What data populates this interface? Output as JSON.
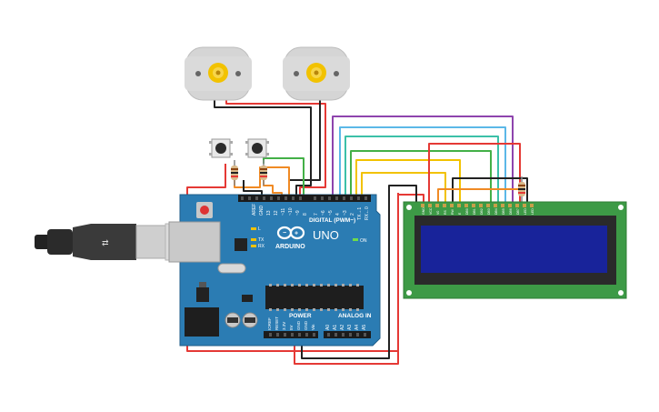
{
  "arduino": {
    "brand": "ARDUINO",
    "model": "UNO",
    "digital_label": "DIGITAL (PWM~)",
    "power_label": "POWER",
    "analog_label": "ANALOG IN",
    "aref": "AREF",
    "gnd": "GND",
    "on_label": "ON",
    "l_label": "L",
    "tx_label": "TX",
    "rx_label": "RX",
    "digital_pins": [
      "13",
      "12",
      "~11",
      "~10",
      "~9",
      "8",
      "7",
      "~6",
      "~5",
      "4",
      "~3",
      "2",
      "TX→1",
      "RX←0"
    ],
    "power_pins": [
      "IOREF",
      "RESET",
      "3.3V",
      "5V",
      "GND",
      "GND",
      "Vin"
    ],
    "analog_pins": [
      "A0",
      "A1",
      "A2",
      "A3",
      "A4",
      "A5"
    ]
  },
  "lcd": {
    "pins": [
      "GND",
      "VCC",
      "V0",
      "RS",
      "RW",
      "E",
      "DB0",
      "DB1",
      "DB2",
      "DB3",
      "DB4",
      "DB5",
      "DB6",
      "DB7",
      "LED",
      "LED"
    ]
  },
  "wire_colors": {
    "red": "#e53935",
    "black": "#222222",
    "orange": "#f08a24",
    "green": "#43b047",
    "yellow": "#f2c200",
    "blue": "#5bb8e8",
    "purple": "#8e44ad",
    "teal": "#3cc0a8"
  },
  "components": {
    "motors": 2,
    "pushbuttons": 2,
    "resistors": 3
  }
}
